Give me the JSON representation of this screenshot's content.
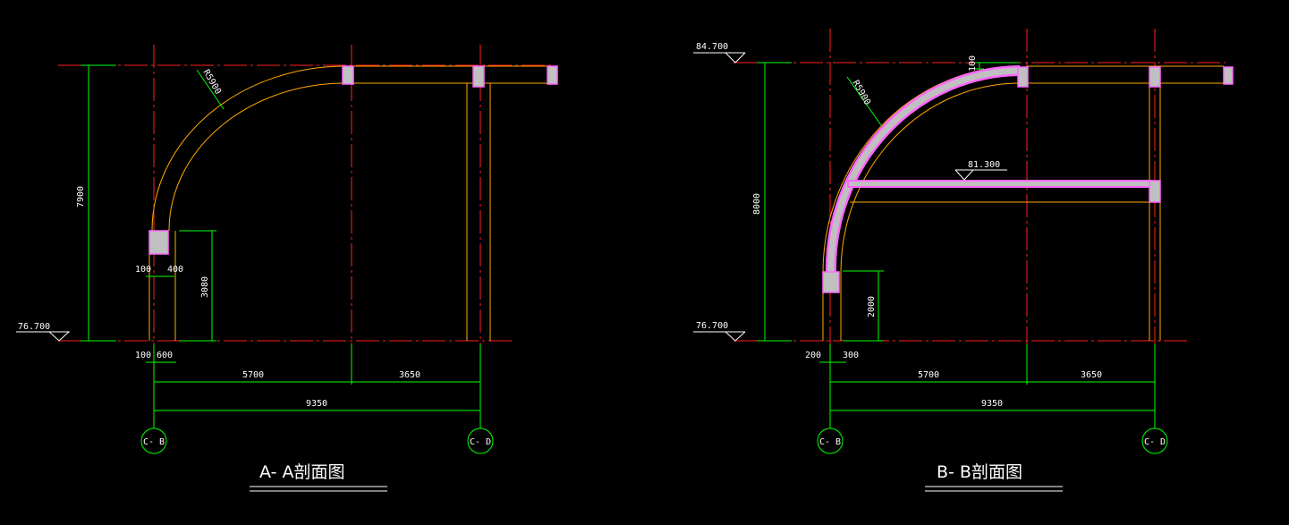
{
  "colors": {
    "background": "#000000",
    "axis_line": "#ff2020",
    "dimension": "#00ff00",
    "member_outline": "#ffaa00",
    "member_fill": "#c0c0c0",
    "highlight": "#ff66ff",
    "text": "#ffffff"
  },
  "section_a": {
    "title": "A- A剖面图",
    "elev_top": "",
    "elev_bottom": "76.700",
    "radius_label": "R5900",
    "height_total": "7900",
    "height_lower": "3080",
    "col_dim_left": "100",
    "col_dim_right": "400",
    "base_dim_left": "100",
    "base_dim_right": "600",
    "span_1": "5700",
    "span_2": "3650",
    "span_total": "9350",
    "axis_left": "C- B",
    "axis_right": "C- D"
  },
  "section_b": {
    "title": "B- B剖面图",
    "elev_top": "84.700",
    "elev_bottom": "76.700",
    "elev_mid": "81.300",
    "radius_label": "R5900",
    "top_dim": "100",
    "height_total": "8000",
    "height_lower": "2000",
    "base_dim_left": "200",
    "base_dim_right": "300",
    "span_1": "5700",
    "span_2": "3650",
    "span_total": "9350",
    "axis_left": "C- B",
    "axis_right": "C- D"
  }
}
